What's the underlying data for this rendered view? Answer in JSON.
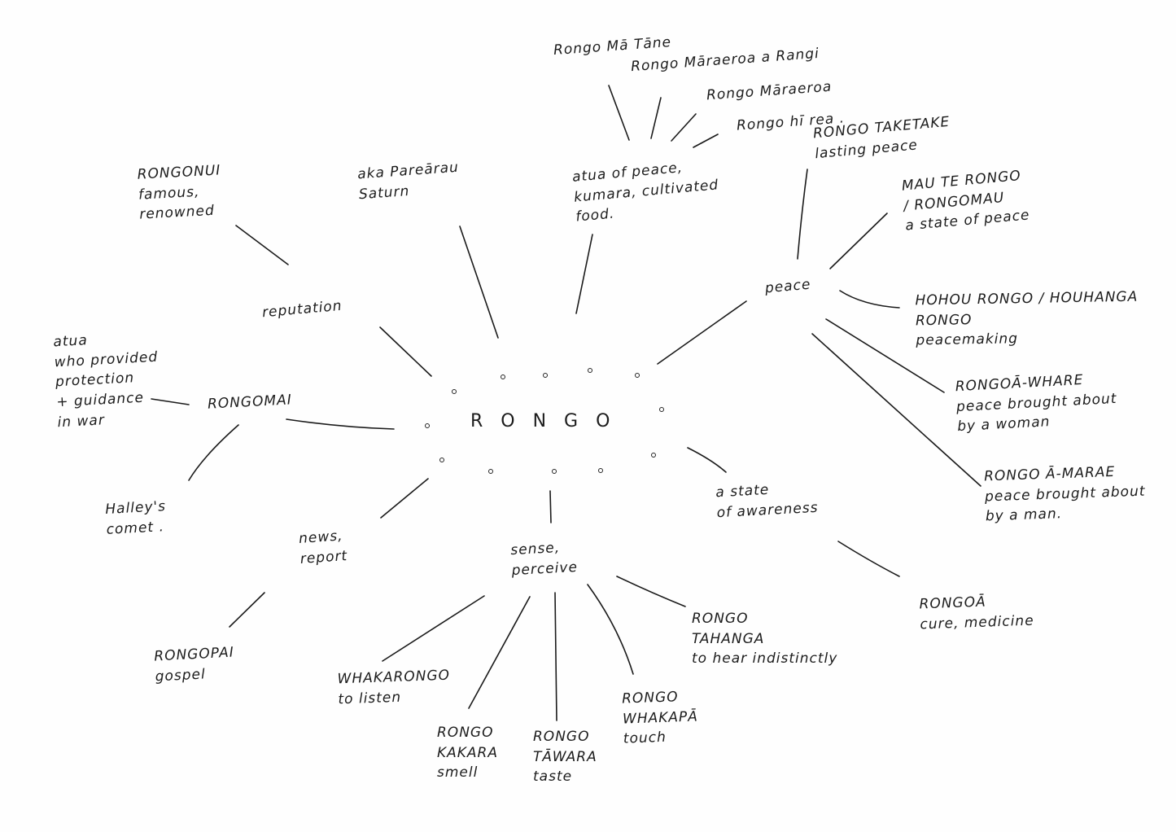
{
  "center": {
    "label": "RONGO"
  },
  "nodes": [
    {
      "id": "rongo-ma-tane",
      "lines": [
        "Rongo Mā Tāne"
      ]
    },
    {
      "id": "rongo-maraeroa-a-rangi",
      "lines": [
        "Rongo Māraeroa a Rangi"
      ]
    },
    {
      "id": "rongo-maraeroa",
      "lines": [
        "Rongo Māraeroa"
      ]
    },
    {
      "id": "rongo-hirea",
      "lines": [
        "Rongo hī rea ."
      ]
    },
    {
      "id": "atua-of-peace",
      "lines": [
        "atua of peace,",
        "kumara, cultivated",
        "food."
      ]
    },
    {
      "id": "aka-pareārau",
      "lines": [
        "aka Pareārau",
        "Saturn"
      ]
    },
    {
      "id": "rongonui",
      "lines": [
        "RONGONUI",
        "famous,",
        "renowned"
      ]
    },
    {
      "id": "reputation",
      "lines": [
        "reputation"
      ]
    },
    {
      "id": "atua-war",
      "lines": [
        "atua",
        "who provided",
        "protection",
        "+ guidance",
        "in war"
      ]
    },
    {
      "id": "rongomai",
      "lines": [
        "RONGOMAI"
      ]
    },
    {
      "id": "halleys-comet",
      "lines": [
        "Halley's",
        "comet ."
      ]
    },
    {
      "id": "news-report",
      "lines": [
        "news,",
        "report"
      ]
    },
    {
      "id": "rongopai",
      "lines": [
        "RONGOPAI",
        "gospel"
      ]
    },
    {
      "id": "sense-perceive",
      "lines": [
        "sense,",
        "perceive"
      ]
    },
    {
      "id": "whakarongo",
      "lines": [
        "WHAKARONGO",
        "to listen"
      ]
    },
    {
      "id": "rongo-kakara",
      "lines": [
        "RONGO",
        "KAKARA",
        "smell"
      ]
    },
    {
      "id": "rongo-tawara",
      "lines": [
        "RONGO",
        "TĀWARA",
        "taste"
      ]
    },
    {
      "id": "rongo-whakapa",
      "lines": [
        "RONGO",
        "WHAKAPĀ",
        "touch"
      ]
    },
    {
      "id": "rongo-tahanga",
      "lines": [
        "RONGO",
        "TAHANGA",
        "to hear indistinctly"
      ]
    },
    {
      "id": "state-of-awareness",
      "lines": [
        "a state",
        "of awareness"
      ]
    },
    {
      "id": "rongoa",
      "lines": [
        "RONGOĀ",
        "cure, medicine"
      ]
    },
    {
      "id": "peace",
      "lines": [
        "peace"
      ]
    },
    {
      "id": "rongo-taketake",
      "lines": [
        "RONGO TAKETAKE",
        "lasting peace"
      ]
    },
    {
      "id": "mau-te-rongo",
      "lines": [
        "MAU TE RONGO",
        "/ RONGOMAU",
        "a state of peace"
      ]
    },
    {
      "id": "hohou-rongo",
      "lines": [
        "HOHOU RONGO / HOUHANGA",
        "RONGO",
        "peacemaking"
      ]
    },
    {
      "id": "rongoa-whare",
      "lines": [
        "RONGOĀ-WHARE",
        "peace brought about",
        "by a woman"
      ]
    },
    {
      "id": "rongo-a-marae",
      "lines": [
        "RONGO Ā-MARAE",
        "peace brought about",
        "by a man."
      ]
    }
  ]
}
